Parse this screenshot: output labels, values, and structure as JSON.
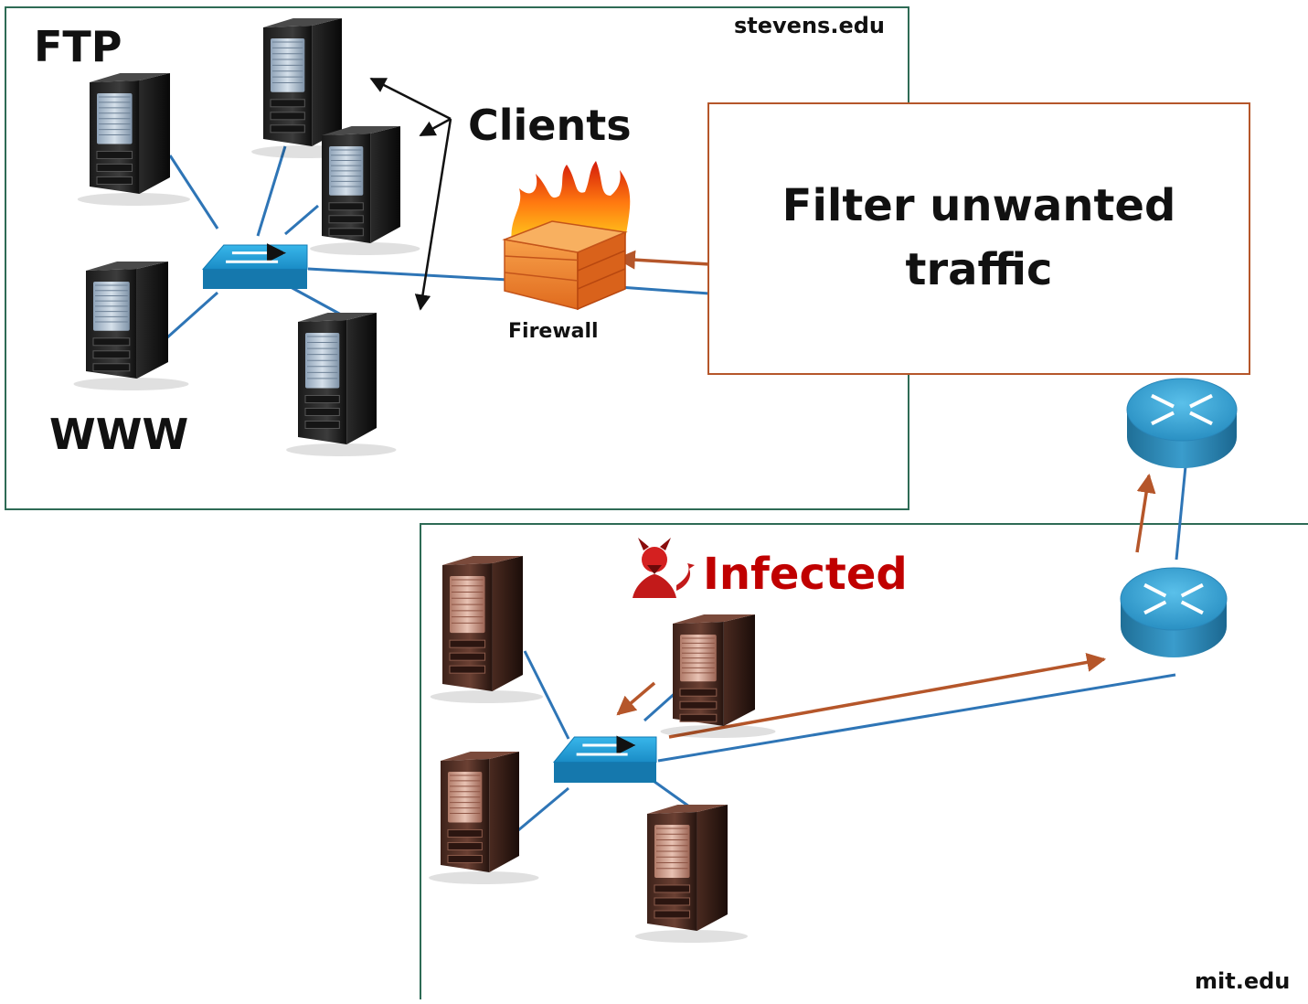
{
  "networks": {
    "stevens": {
      "domain_label": "stevens.edu",
      "ftp_label": "FTP",
      "www_label": "WWW",
      "clients_label": "Clients",
      "firewall_label": "Firewall"
    },
    "mit": {
      "domain_label": "mit.edu",
      "infected_label": "Infected"
    }
  },
  "callout": {
    "text": "Filter unwanted traffic"
  },
  "colors": {
    "zone_border": "#2e6b55",
    "link_blue": "#2e75b6",
    "traffic_orange": "#b5562a",
    "infected_red": "#c00000",
    "switch_blue": "#1e9bd7",
    "router_blue": "#2c8fc1"
  }
}
